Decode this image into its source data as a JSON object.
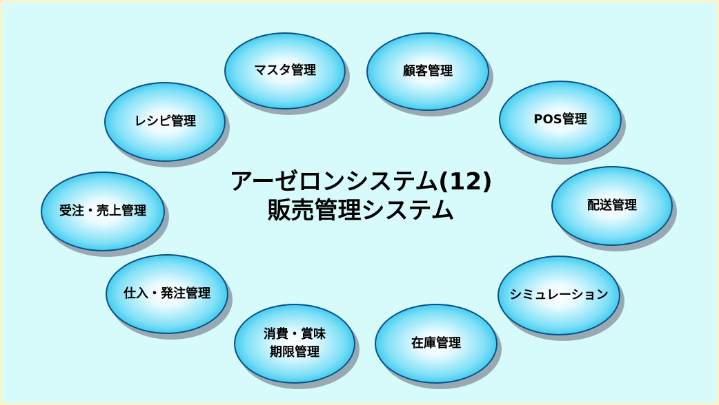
{
  "diagram": {
    "title_line1": "アーゼロンシステム(12)",
    "title_line2": "販売管理システム",
    "nodes": [
      {
        "id": "master",
        "label": "マスタ管理"
      },
      {
        "id": "customer",
        "label": "顧客管理"
      },
      {
        "id": "recipe",
        "label": "レシピ管理"
      },
      {
        "id": "pos",
        "label": "POS管理"
      },
      {
        "id": "order",
        "label": "受注・売上管理"
      },
      {
        "id": "delivery",
        "label": "配送管理"
      },
      {
        "id": "purchase",
        "label": "仕入・発注管理"
      },
      {
        "id": "simulation",
        "label": "シミュレーション"
      },
      {
        "id": "expiry",
        "label": "消費・賞味\n期限管理"
      },
      {
        "id": "inventory",
        "label": "在庫管理"
      }
    ]
  }
}
